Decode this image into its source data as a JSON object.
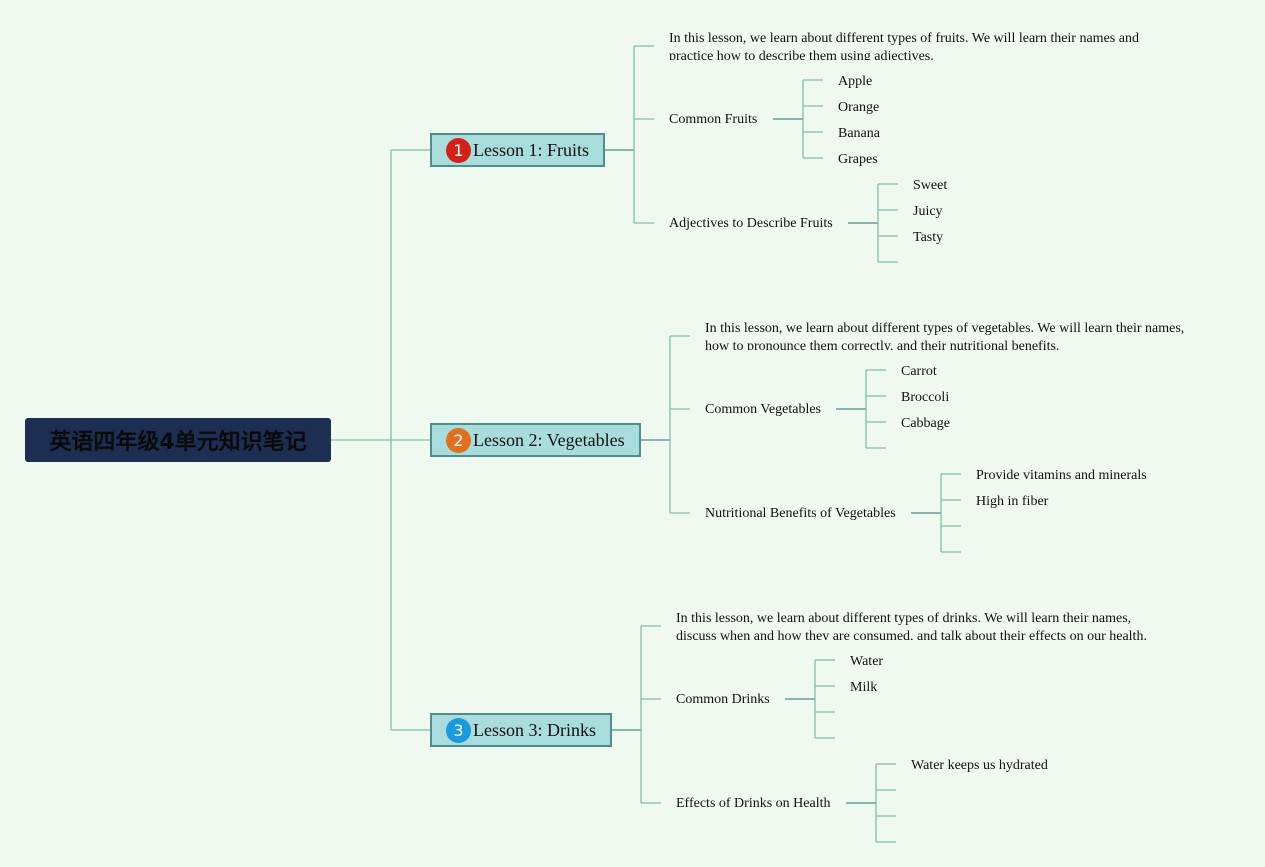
{
  "root": {
    "title": "英语四年级4单元知识笔记"
  },
  "lessons": [
    {
      "number": "1",
      "title": "Lesson 1: Fruits",
      "badge_color": "#d42016",
      "description": "In this lesson, we learn about different types of fruits. We will learn their names and practice how to describe them using adjectives.",
      "groups": [
        {
          "label": "Common Fruits",
          "items": [
            "Apple",
            "Orange",
            "Banana",
            "Grapes"
          ]
        },
        {
          "label": "Adjectives to Describe Fruits",
          "items": [
            "Sweet",
            "Juicy",
            "Tasty",
            ""
          ]
        }
      ]
    },
    {
      "number": "2",
      "title": "Lesson 2: Vegetables",
      "badge_color": "#e0701f",
      "description": "In this lesson, we learn about different types of vegetables. We will learn their names, how to pronounce them correctly, and their nutritional benefits.",
      "groups": [
        {
          "label": "Common Vegetables",
          "items": [
            "Carrot",
            "Broccoli",
            "Cabbage",
            ""
          ]
        },
        {
          "label": "Nutritional Benefits of Vegetables",
          "items": [
            "Provide vitamins and minerals",
            "High in fiber",
            "",
            ""
          ]
        }
      ]
    },
    {
      "number": "3",
      "title": "Lesson 3: Drinks",
      "badge_color": "#1a9be0",
      "description": "In this lesson, we learn about different types of drinks. We will learn their names, discuss when and how they are consumed, and talk about their effects on our health.",
      "groups": [
        {
          "label": "Common Drinks",
          "items": [
            "Water",
            "Milk",
            "",
            ""
          ]
        },
        {
          "label": "Effects of Drinks on Health",
          "items": [
            "Water keeps us hydrated",
            "",
            "",
            ""
          ]
        }
      ]
    }
  ],
  "colors": {
    "background": "#eff9ef",
    "root_fill": "#1c2f52",
    "lesson_fill": "#a9dcdc",
    "lesson_border": "#4e8f8c",
    "connector": "#7fc0a8"
  }
}
